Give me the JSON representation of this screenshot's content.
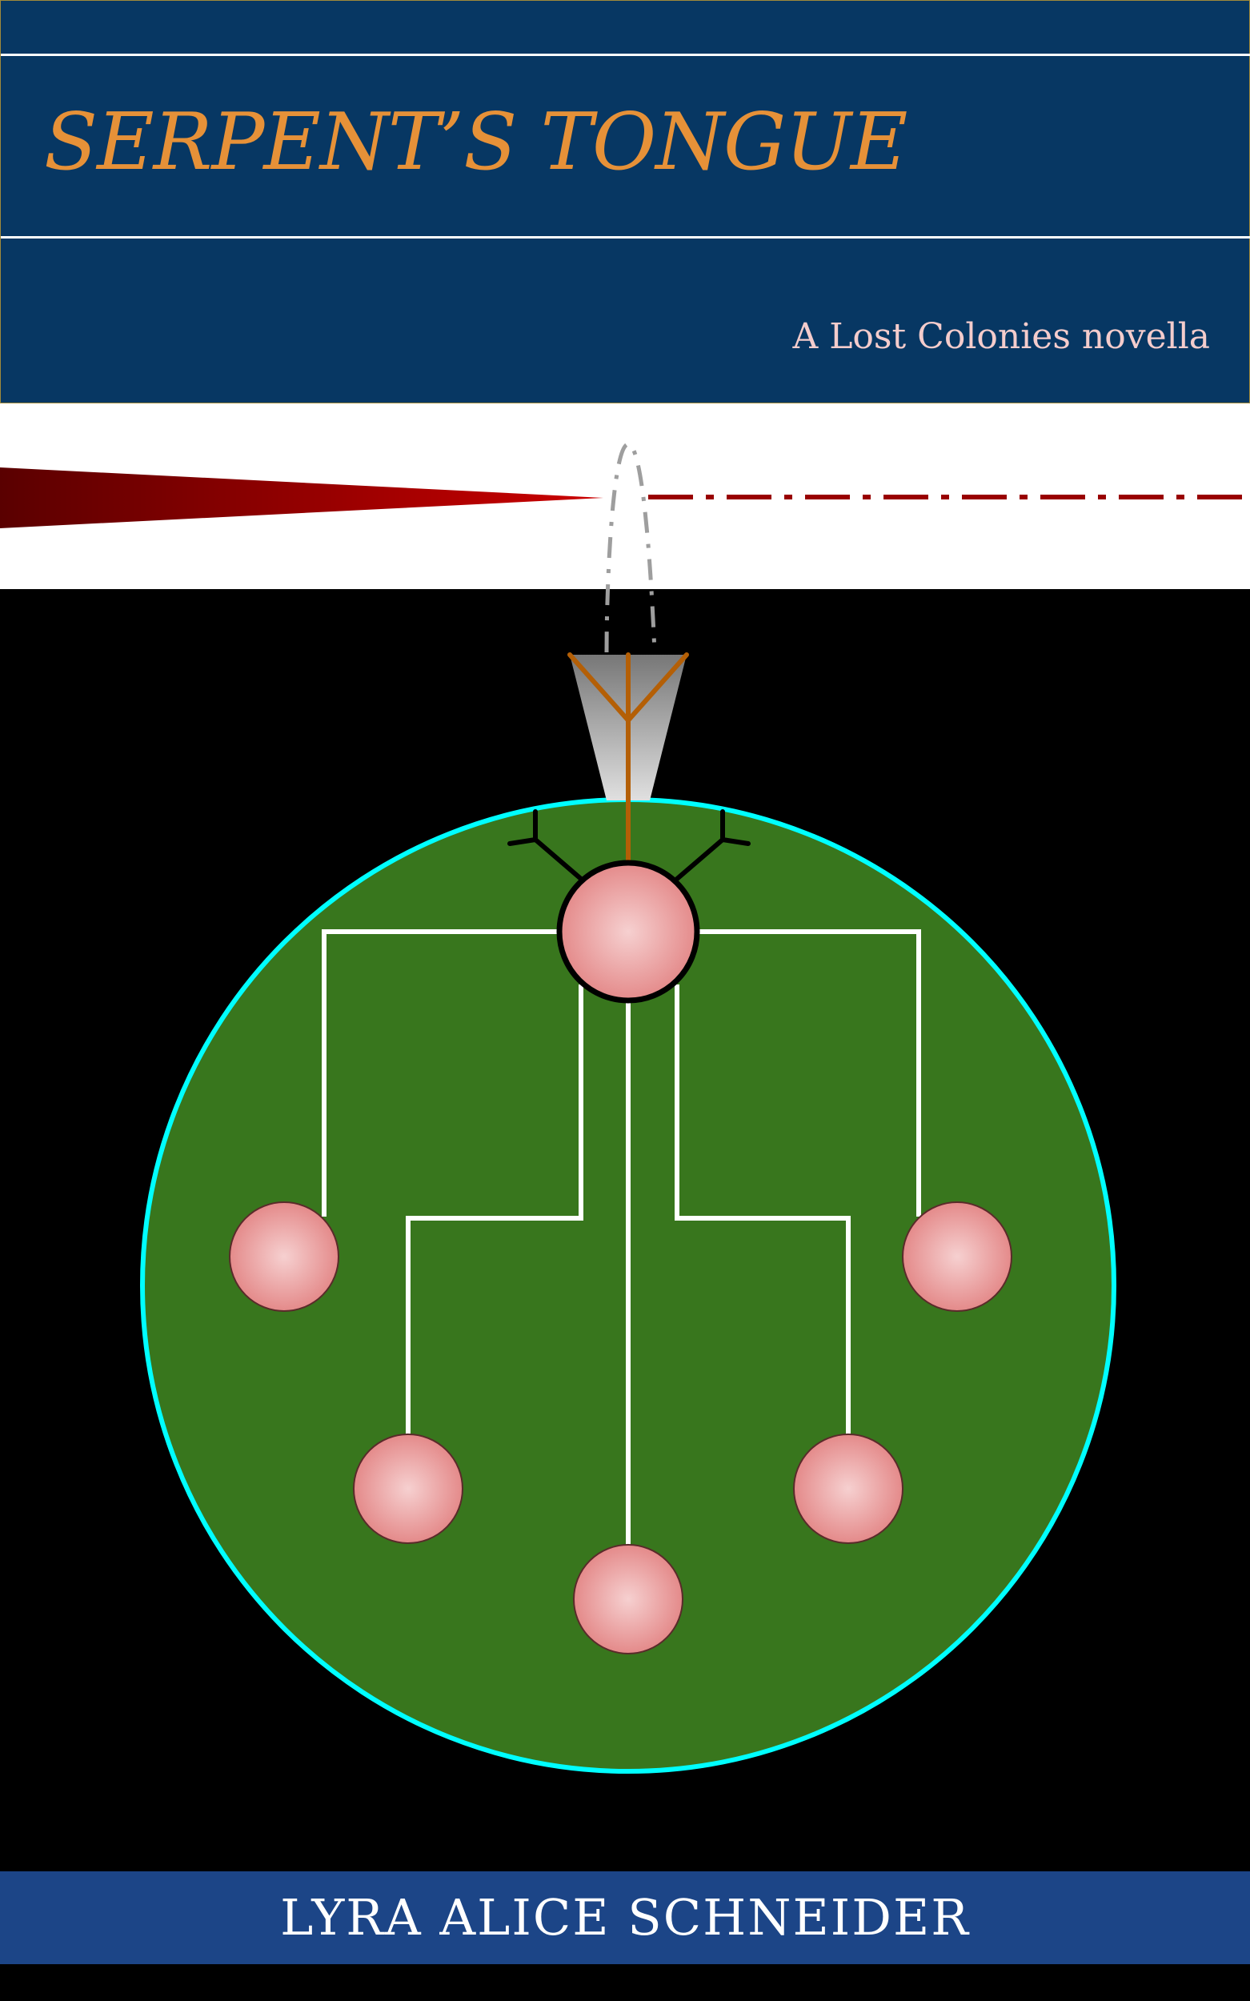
{
  "cover": {
    "title": "SERPENT’S TONGUE",
    "subtitle": "A Lost Colonies novella",
    "author": "LYRA ALICE SCHNEIDER"
  },
  "colors": {
    "title_band": "#073763",
    "title_text": "#e69138",
    "subtitle_text": "#f4cccc",
    "author_band": "#1c4587",
    "author_text": "#ffffff",
    "planet_fill": "#38761d",
    "planet_ring": "#00ffff",
    "node_fill": "#ea9999",
    "red_wedge": "#990000",
    "connector": "#b45f06"
  }
}
